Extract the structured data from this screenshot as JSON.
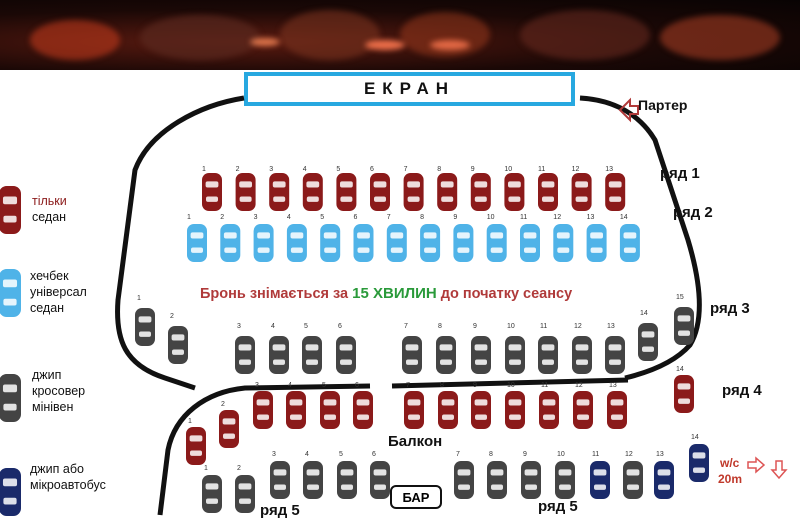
{
  "screen_label": "ЕКРАН",
  "parter_label": "Партер",
  "row_labels": {
    "row1": "ряд 1",
    "row2": "ряд 2",
    "row3": "ряд 3",
    "row4": "ряд 4",
    "row5_left": "ряд 5",
    "row5_right": "ряд 5"
  },
  "balcony_label": "Балкон",
  "bar_label": "БАР",
  "wc_label": "w/c",
  "wc_distance": "20m",
  "notice": {
    "before": "Бронь знімається за ",
    "minutes": "15",
    "unit": " ХВИЛИН",
    "after": " до початку  сеансу"
  },
  "legend": [
    {
      "lines": [
        "тільки",
        "седан"
      ],
      "color": "#8b1a1a"
    },
    {
      "lines": [
        "хечбек",
        "універсал",
        "седан"
      ],
      "color": "#4fb3e8"
    },
    {
      "lines": [
        "джип",
        "кросовер",
        "мінівен"
      ],
      "color": "#444444"
    },
    {
      "lines": [
        "джип або",
        "мікроавтобус"
      ],
      "color": "#1a2a6a"
    }
  ],
  "colors": {
    "sedan": "#8b1a1a",
    "hatch": "#4fb3e8",
    "suv": "#444444",
    "van": "#1a2a6a",
    "screen_border": "#27a8e0",
    "notice_text": "#b03a3a",
    "notice_number": "#2a9a3a"
  },
  "rows": {
    "row1": {
      "type": "sedan",
      "seats": [
        "1",
        "2",
        "3",
        "4",
        "5",
        "6",
        "7",
        "8",
        "9",
        "10",
        "11",
        "12",
        "13"
      ]
    },
    "row2": {
      "type": "hatch",
      "seats": [
        "1",
        "2",
        "3",
        "4",
        "5",
        "6",
        "7",
        "8",
        "9",
        "10",
        "11",
        "12",
        "13",
        "14"
      ]
    },
    "row3": [
      {
        "n": "1",
        "type": "suv"
      },
      {
        "n": "2",
        "type": "suv"
      },
      {
        "n": "3",
        "type": "suv"
      },
      {
        "n": "4",
        "type": "suv"
      },
      {
        "n": "5",
        "type": "suv"
      },
      {
        "n": "6",
        "type": "suv"
      },
      {
        "n": "7",
        "type": "suv"
      },
      {
        "n": "8",
        "type": "suv"
      },
      {
        "n": "9",
        "type": "suv"
      },
      {
        "n": "10",
        "type": "suv"
      },
      {
        "n": "11",
        "type": "suv"
      },
      {
        "n": "12",
        "type": "suv"
      },
      {
        "n": "13",
        "type": "suv"
      },
      {
        "n": "14",
        "type": "suv"
      },
      {
        "n": "15",
        "type": "suv"
      }
    ],
    "row4": [
      {
        "n": "1",
        "type": "sedan"
      },
      {
        "n": "2",
        "type": "sedan"
      },
      {
        "n": "3",
        "type": "sedan"
      },
      {
        "n": "4",
        "type": "sedan"
      },
      {
        "n": "5",
        "type": "sedan"
      },
      {
        "n": "6",
        "type": "sedan"
      },
      {
        "n": "7",
        "type": "sedan"
      },
      {
        "n": "8",
        "type": "sedan"
      },
      {
        "n": "9",
        "type": "sedan"
      },
      {
        "n": "10",
        "type": "sedan"
      },
      {
        "n": "11",
        "type": "sedan"
      },
      {
        "n": "12",
        "type": "sedan"
      },
      {
        "n": "13",
        "type": "sedan"
      },
      {
        "n": "14",
        "type": "sedan"
      }
    ],
    "row5": [
      {
        "n": "1",
        "type": "suv"
      },
      {
        "n": "2",
        "type": "suv"
      },
      {
        "n": "3",
        "type": "suv"
      },
      {
        "n": "4",
        "type": "suv"
      },
      {
        "n": "5",
        "type": "suv"
      },
      {
        "n": "6",
        "type": "suv"
      },
      {
        "n": "7",
        "type": "suv"
      },
      {
        "n": "8",
        "type": "suv"
      },
      {
        "n": "9",
        "type": "suv"
      },
      {
        "n": "10",
        "type": "suv"
      },
      {
        "n": "11",
        "type": "van"
      },
      {
        "n": "12",
        "type": "suv"
      },
      {
        "n": "13",
        "type": "van"
      },
      {
        "n": "14",
        "type": "van"
      }
    ]
  }
}
